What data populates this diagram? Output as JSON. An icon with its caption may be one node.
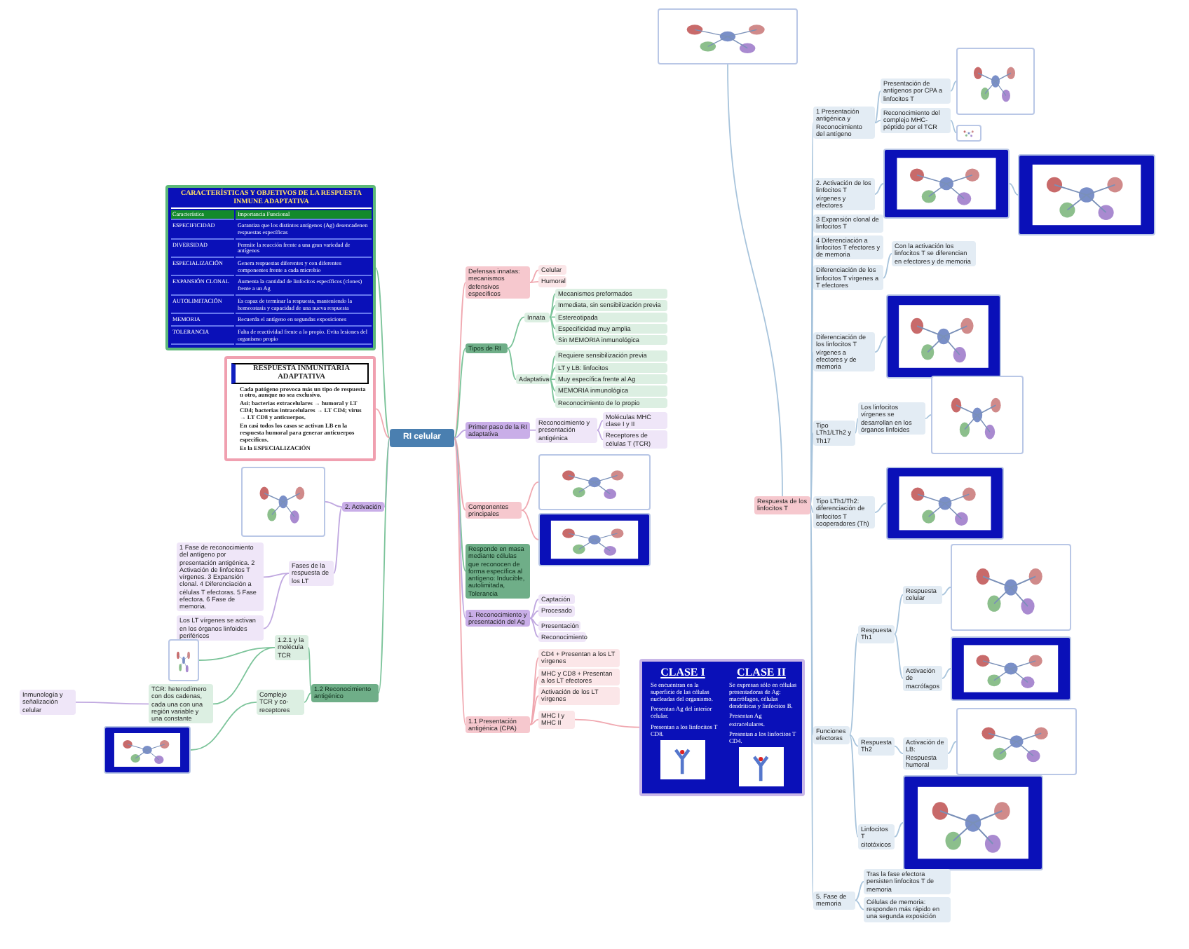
{
  "diagram": {
    "nodes": [
      {
        "text": [
          "RI celular"
        ]
      },
      {
        "text": [
          "CARACTERÍSTICAS Y OBJETIVOS DE LA RESPUESTA INMUNE ADAPTATIVA",
          "Característica",
          "Importancia Funcional",
          "ESPECIFICIDAD",
          "Garantiza que los distintos antígenos (Ag) desencadenen respuestas específicas",
          "DIVERSIDAD",
          "Permite la reacción frente a una gran variedad de antígenos",
          "ESPECIALIZACIÓN",
          "Genera respuestas diferentes y con diferentes componentes frente a cada microbio",
          "EXPANSIÓN CLONAL",
          "Aumenta la cantidad de linfocitos específicos (clones) frente a un Ag",
          "AUTOLIMITACIÓN",
          "Es capaz de terminar la respuesta, manteniendo la homeostasis y capacidad de una nueva respuesta",
          "MEMORIA",
          "Recuerda el antígeno en segundas exposiciones",
          "TOLERANCIA",
          "Falta de reactividad frente a lo propio. Evita lesiones del organismo propio"
        ]
      },
      {
        "text": [
          "RESPUESTA INMUNITARIA ADAPTATIVA",
          "Cada patógeno provoca más un tipo de respuesta u otro, aunque no sea exclusivo.",
          "Así: bacterias extracelulares → humoral y LT CD4; bacterias intracelulares → LT CD4; virus → LT CD8 y anticuerpos.",
          "En casi todos los casos se activan LB en la respuesta humoral para generar anticuerpos específicos.",
          "Es la ESPECIALIZACIÓN"
        ]
      },
      {
        "text": [
          "2. Activación"
        ]
      },
      {
        "text": [],
        "shape": "picture"
      },
      {
        "text": [
          "Fases de la respuesta de los LT"
        ]
      },
      {
        "text": [
          "1 Fase de reconocimiento del antígeno por presentación antigénica. 2 Activación de linfocitos T vírgenes. 3 Expansión clonal. 4 Diferenciación a células T efectoras. 5 Fase efectora. 6 Fase de memoria."
        ]
      },
      {
        "text": [
          "Los LT vírgenes se activan en los órganos linfoides periféricos"
        ]
      },
      {
        "text": [
          "1.2 Reconocimiento antigénico"
        ]
      },
      {
        "text": [
          "1.2.1 y la molécula TCR"
        ]
      },
      {
        "text": [
          "Complejo TCR y co-receptores"
        ]
      },
      {
        "text": [],
        "shape": "picture"
      },
      {
        "text": [],
        "shape": "picture"
      },
      {
        "text": [
          "TCR: heterodímero con dos cadenas, cada una con una región variable y una constante"
        ]
      },
      {
        "text": [
          "Inmunología y señalización celular"
        ]
      },
      {
        "text": [
          "Defensas innatas: mecanismos defensivos específicos"
        ]
      },
      {
        "text": [
          "Celular"
        ]
      },
      {
        "text": [
          "Humoral"
        ]
      },
      {
        "text": [
          "Tipos de RI"
        ]
      },
      {
        "text": [
          "Innata"
        ]
      },
      {
        "text": [
          "Adaptativa"
        ]
      },
      {
        "text": [
          "Mecanismos preformados"
        ]
      },
      {
        "text": [
          "Inmediata, sin sensibilización previa"
        ]
      },
      {
        "text": [
          "Estereotipada"
        ]
      },
      {
        "text": [
          "Especificidad muy amplia"
        ]
      },
      {
        "text": [
          "Sin MEMORIA inmunológica"
        ]
      },
      {
        "text": [
          "Requiere sensibilización previa"
        ]
      },
      {
        "text": [
          "LT y LB: linfocitos"
        ]
      },
      {
        "text": [
          "Muy específica frente al Ag"
        ]
      },
      {
        "text": [
          "MEMORIA inmunológica"
        ]
      },
      {
        "text": [
          "Reconocimiento de lo propio"
        ]
      },
      {
        "text": [
          "Primer paso de la RI adaptativa"
        ]
      },
      {
        "text": [
          "Reconocimiento y presentación antigénica"
        ]
      },
      {
        "text": [
          "Moléculas MHC clase I y II"
        ]
      },
      {
        "text": [
          "Receptores de células T (TCR)"
        ]
      },
      {
        "text": [
          "Componentes principales"
        ]
      },
      {
        "text": [],
        "shape": "picture"
      },
      {
        "text": [],
        "shape": "picture"
      },
      {
        "text": [
          "Responde en masa mediante células que reconocen de forma específica al antígeno: Inducible, autolimitada, Tolerancia"
        ]
      },
      {
        "text": [
          "1. Reconocimiento y presentación del Ag"
        ]
      },
      {
        "text": [
          "Captación"
        ]
      },
      {
        "text": [
          "Procesado"
        ]
      },
      {
        "text": [
          "Presentación"
        ]
      },
      {
        "text": [
          "Reconocimiento"
        ]
      },
      {
        "text": [
          "1.1 Presentación antigénica (CPA)"
        ]
      },
      {
        "text": [
          "CD4 + Presentan a los LT vírgenes"
        ]
      },
      {
        "text": [
          "MHC y CD8 + Presentan a los LT efectores"
        ]
      },
      {
        "text": [
          "Activación de los LT vírgenes"
        ]
      },
      {
        "text": [
          "MHC I y MHC II"
        ]
      },
      {
        "text": [
          "CLASE I",
          "Se encuentran en la superficie de las células nucleadas del organismo.",
          "Presentan Ag del interior celular.",
          "Presentan a los linfocitos T CD8.",
          "CLASE II",
          "Se expresan sólo en células presentadoras de Ag: macrófagos, células dendríticas y linfocitos B.",
          "Presentan Ag extracelulares.",
          "Presentan a los linfocitos T CD4."
        ]
      },
      {
        "text": [],
        "shape": "picture"
      },
      {
        "text": [
          "Reconocimiento del complejo MHC-péptido por el TCR"
        ]
      },
      {
        "text": [],
        "shape": "picture"
      },
      {
        "text": [
          "Respuesta de los linfocitos T"
        ]
      },
      {
        "text": [
          "1 Presentación antigénica y Reconocimiento del antígeno"
        ]
      },
      {
        "text": [
          "2. Activación de los linfocitos T vírgenes y efectores"
        ]
      },
      {
        "text": [
          "3 Expansión clonal de linfocitos T"
        ]
      },
      {
        "text": [
          "4 Diferenciación a linfocitos T efectores y de memoria"
        ]
      },
      {
        "text": [
          "Diferenciación de los linfocitos T vírgenes a T efectores"
        ]
      },
      {
        "text": [
          "Diferenciación de los linfocitos T vírgenes a efectores y de memoria"
        ]
      },
      {
        "text": [
          "Tipo LTh1/LTh2 y Th17"
        ]
      },
      {
        "text": [
          "Tipo LTh1/Th2: diferenciación de linfocitos T cooperadores (Th)"
        ]
      },
      {
        "text": [
          "Funciones efectoras"
        ]
      },
      {
        "text": [
          "Respuesta Th1"
        ]
      },
      {
        "text": [
          "Respuesta celular"
        ]
      },
      {
        "text": [
          "Activación de macrófagos"
        ]
      },
      {
        "text": [
          "Respuesta Th2"
        ]
      },
      {
        "text": [
          "Activación de LB: Respuesta humoral"
        ]
      },
      {
        "text": [
          "Linfocitos T citotóxicos"
        ]
      },
      {
        "text": [
          "5. Fase de memoria"
        ]
      },
      {
        "text": [],
        "shape": "picture"
      },
      {
        "text": [],
        "shape": "picture"
      },
      {
        "text": [],
        "shape": "picture"
      },
      {
        "text": [],
        "shape": "picture"
      },
      {
        "text": [],
        "shape": "picture"
      },
      {
        "text": [],
        "shape": "picture"
      },
      {
        "text": [],
        "shape": "picture"
      },
      {
        "text": [],
        "shape": "picture"
      },
      {
        "text": [],
        "shape": "picture"
      },
      {
        "text": [],
        "shape": "picture"
      },
      {
        "text": [
          "Con la activación los linfocitos T se diferencian en efectores y de memoria"
        ]
      },
      {
        "text": [
          "Los linfocitos vírgenes se desarrollan en los órganos linfoides"
        ]
      },
      {
        "text": [
          "Tras la fase efectora persisten linfocitos T de memoria"
        ]
      },
      {
        "text": [
          "Células de memoria: responden más rápido en una segunda exposición"
        ]
      },
      {
        "text": [
          "Presentación de antígenos por CPA a linfocitos T"
        ]
      }
    ],
    "edges": [
      {
        "from": 0,
        "to": 1,
        "arrow": "none",
        "color": "#7cc49a"
      },
      {
        "from": 0,
        "to": 2,
        "arrow": "none",
        "color": "#f0a8b0"
      },
      {
        "from": 0,
        "to": 3,
        "arrow": "none",
        "color": "#c0a8e0"
      },
      {
        "from": 0,
        "to": 8,
        "arrow": "none",
        "color": "#7cc49a"
      },
      {
        "from": 3,
        "to": 4,
        "arrow": "none",
        "color": "#c0a8e0"
      },
      {
        "from": 3,
        "to": 5,
        "arrow": "none",
        "color": "#c0a8e0"
      },
      {
        "from": 5,
        "to": 6,
        "arrow": "none",
        "color": "#c0a8e0"
      },
      {
        "from": 5,
        "to": 7,
        "arrow": "none",
        "color": "#c0a8e0"
      },
      {
        "from": 8,
        "to": 9,
        "arrow": "none",
        "color": "#7cc49a"
      },
      {
        "from": 8,
        "to": 10,
        "arrow": "none",
        "color": "#7cc49a"
      },
      {
        "from": 9,
        "to": 11,
        "arrow": "none",
        "color": "#7cc49a"
      },
      {
        "from": 9,
        "to": 13,
        "arrow": "none",
        "color": "#7cc49a"
      },
      {
        "from": 13,
        "to": 14,
        "arrow": "none",
        "color": "#c0a8e0"
      },
      {
        "from": 10,
        "to": 12,
        "arrow": "none",
        "color": "#7cc49a"
      },
      {
        "from": 0,
        "to": 15,
        "arrow": "none",
        "color": "#f0a8b0"
      },
      {
        "from": 15,
        "to": 16,
        "arrow": "none",
        "color": "#f0a8b0"
      },
      {
        "from": 15,
        "to": 17,
        "arrow": "none",
        "color": "#f0a8b0"
      },
      {
        "from": 0,
        "to": 18,
        "arrow": "none",
        "color": "#7cc49a"
      },
      {
        "from": 18,
        "to": 19,
        "arrow": "none",
        "color": "#7cc49a"
      },
      {
        "from": 18,
        "to": 20,
        "arrow": "none",
        "color": "#7cc49a"
      },
      {
        "from": 19,
        "to": 21,
        "arrow": "none",
        "color": "#7cc49a"
      },
      {
        "from": 19,
        "to": 22,
        "arrow": "none",
        "color": "#7cc49a"
      },
      {
        "from": 19,
        "to": 23,
        "arrow": "none",
        "color": "#7cc49a"
      },
      {
        "from": 19,
        "to": 24,
        "arrow": "none",
        "color": "#7cc49a"
      },
      {
        "from": 19,
        "to": 25,
        "arrow": "none",
        "color": "#7cc49a"
      },
      {
        "from": 20,
        "to": 26,
        "arrow": "none",
        "color": "#7cc49a"
      },
      {
        "from": 20,
        "to": 27,
        "arrow": "none",
        "color": "#7cc49a"
      },
      {
        "from": 20,
        "to": 28,
        "arrow": "none",
        "color": "#7cc49a"
      },
      {
        "from": 20,
        "to": 29,
        "arrow": "none",
        "color": "#7cc49a"
      },
      {
        "from": 20,
        "to": 30,
        "arrow": "none",
        "color": "#7cc49a"
      },
      {
        "from": 0,
        "to": 31,
        "arrow": "none",
        "color": "#c0a8e0"
      },
      {
        "from": 31,
        "to": 32,
        "arrow": "none",
        "color": "#c0a8e0"
      },
      {
        "from": 32,
        "to": 33,
        "arrow": "none",
        "color": "#c0a8e0"
      },
      {
        "from": 32,
        "to": 34,
        "arrow": "none",
        "color": "#c0a8e0"
      },
      {
        "from": 0,
        "to": 35,
        "arrow": "none",
        "color": "#f0a8b0"
      },
      {
        "from": 35,
        "to": 36,
        "arrow": "none",
        "color": "#f0a8b0"
      },
      {
        "from": 35,
        "to": 37,
        "arrow": "none",
        "color": "#f0a8b0"
      },
      {
        "from": 0,
        "to": 38,
        "arrow": "none",
        "color": "#7cc49a"
      },
      {
        "from": 0,
        "to": 39,
        "arrow": "none",
        "color": "#c0a8e0"
      },
      {
        "from": 39,
        "to": 40,
        "arrow": "none",
        "color": "#c0a8e0"
      },
      {
        "from": 39,
        "to": 41,
        "arrow": "none",
        "color": "#c0a8e0"
      },
      {
        "from": 39,
        "to": 42,
        "arrow": "none",
        "color": "#c0a8e0"
      },
      {
        "from": 39,
        "to": 43,
        "arrow": "none",
        "color": "#c0a8e0"
      },
      {
        "from": 0,
        "to": 44,
        "arrow": "none",
        "color": "#f0a8b0"
      },
      {
        "from": 44,
        "to": 45,
        "arrow": "none",
        "color": "#f0a8b0"
      },
      {
        "from": 44,
        "to": 46,
        "arrow": "none",
        "color": "#f0a8b0"
      },
      {
        "from": 44,
        "to": 47,
        "arrow": "none",
        "color": "#f0a8b0"
      },
      {
        "from": 44,
        "to": 48,
        "arrow": "none",
        "color": "#f0a8b0"
      },
      {
        "from": 48,
        "to": 49,
        "arrow": "none",
        "color": "#f0a8b0"
      },
      {
        "from": 52,
        "to": 53,
        "arrow": "none"
      },
      {
        "from": 53,
        "to": 54,
        "arrow": "none"
      },
      {
        "from": 53,
        "to": 55,
        "arrow": "none"
      },
      {
        "from": 53,
        "to": 56,
        "arrow": "none"
      },
      {
        "from": 53,
        "to": 57,
        "arrow": "none"
      },
      {
        "from": 53,
        "to": 58,
        "arrow": "none"
      },
      {
        "from": 53,
        "to": 59,
        "arrow": "none"
      },
      {
        "from": 53,
        "to": 60,
        "arrow": "none"
      },
      {
        "from": 53,
        "to": 61,
        "arrow": "none"
      },
      {
        "from": 53,
        "to": 62,
        "arrow": "none"
      },
      {
        "from": 53,
        "to": 69,
        "arrow": "none"
      },
      {
        "from": 54,
        "to": 84,
        "arrow": "none"
      },
      {
        "from": 54,
        "to": 51,
        "arrow": "none"
      },
      {
        "from": 84,
        "to": 70,
        "arrow": "none"
      },
      {
        "from": 51,
        "to": 50,
        "arrow": "none"
      },
      {
        "from": 55,
        "to": 71,
        "arrow": "none"
      },
      {
        "from": 71,
        "to": 72,
        "arrow": "none"
      },
      {
        "from": 58,
        "to": 80,
        "arrow": "none"
      },
      {
        "from": 59,
        "to": 73,
        "arrow": "none"
      },
      {
        "from": 60,
        "to": 81,
        "arrow": "none"
      },
      {
        "from": 81,
        "to": 74,
        "arrow": "none"
      },
      {
        "from": 61,
        "to": 75,
        "arrow": "none"
      },
      {
        "from": 62,
        "to": 63,
        "arrow": "none"
      },
      {
        "from": 62,
        "to": 66,
        "arrow": "none"
      },
      {
        "from": 62,
        "to": 68,
        "arrow": "none"
      },
      {
        "from": 63,
        "to": 64,
        "arrow": "none"
      },
      {
        "from": 63,
        "to": 65,
        "arrow": "none"
      },
      {
        "from": 64,
        "to": 76,
        "arrow": "none"
      },
      {
        "from": 65,
        "to": 77,
        "arrow": "none"
      },
      {
        "from": 66,
        "to": 67,
        "arrow": "none"
      },
      {
        "from": 67,
        "to": 78,
        "arrow": "none"
      },
      {
        "from": 68,
        "to": 79,
        "arrow": "none"
      },
      {
        "from": 69,
        "to": 82,
        "arrow": "none"
      },
      {
        "from": 69,
        "to": 83,
        "arrow": "none"
      }
    ]
  }
}
